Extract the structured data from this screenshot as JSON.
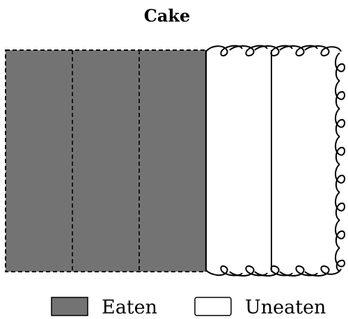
{
  "title": "Cake",
  "cake": {
    "total_pieces": 5,
    "eaten_pieces": 3,
    "uneaten_pieces": 2
  },
  "legend": {
    "eaten_label": "Eaten",
    "uneaten_label": "Uneaten"
  },
  "colors": {
    "eaten": "#737373",
    "uneaten": "#ffffff",
    "outline": "#000000"
  }
}
